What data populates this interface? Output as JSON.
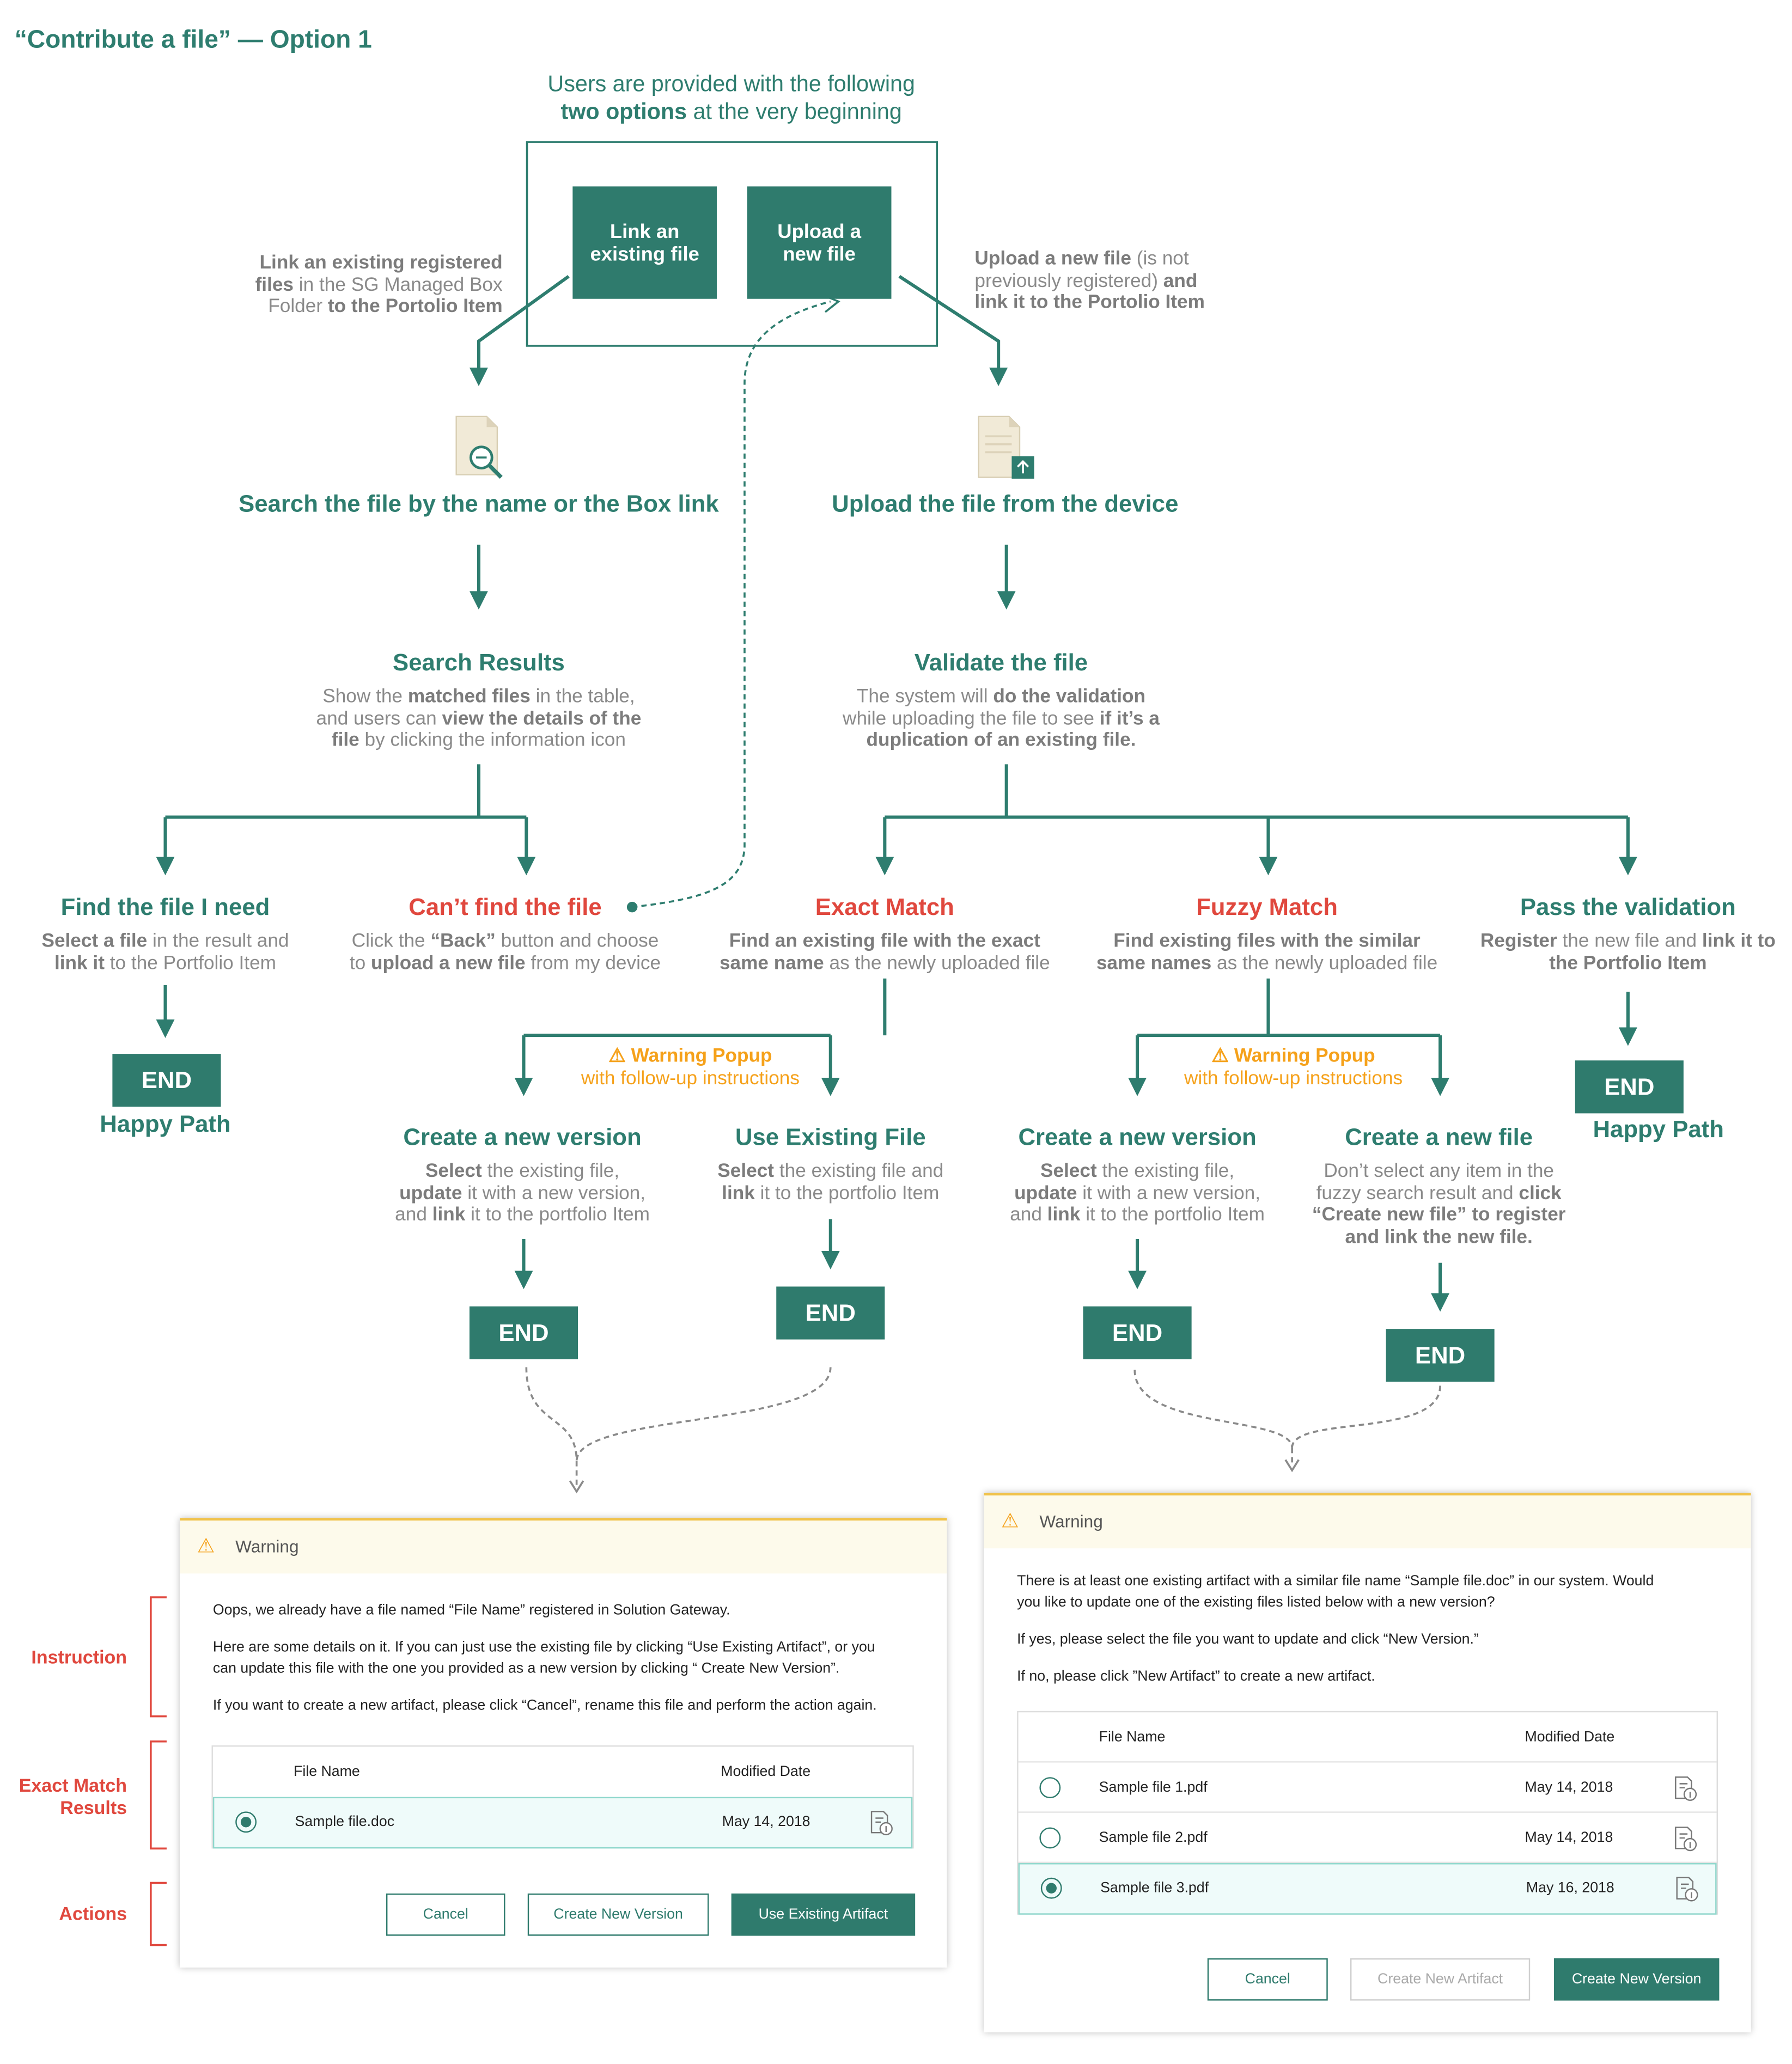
{
  "page_title": "“Contribute a file” — Option 1",
  "intro": {
    "line1": "Users are provided with the following",
    "bold": "two options",
    "rest": " at the very beginning"
  },
  "buttons": {
    "link": [
      "Link an",
      "existing file"
    ],
    "upload": [
      "Upload a",
      "new file"
    ]
  },
  "left_note": {
    "l1b": "Link an existing registered",
    "l2b": "files",
    "l2": " in the SG Managed Box",
    "l3": "Folder ",
    "l3b": "to the Portolio Item"
  },
  "right_note": {
    "l1b": "Upload a new file",
    "l1": " (is not",
    "l2": "previously registered) ",
    "l2b": "and",
    "l3b": "link it to the Portolio Item"
  },
  "search": {
    "title": "Search the file by the name or the Box link"
  },
  "upload_device": {
    "title": "Upload the file from the device"
  },
  "search_results": {
    "title": "Search Results",
    "l1a": "Show the ",
    "l1b": "matched files",
    "l1c": " in the table,",
    "l2a": "and users can ",
    "l2b": "view the details of the",
    "l3b": "file",
    "l3c": " by clicking the information icon"
  },
  "validate": {
    "title": "Validate the file",
    "l1a": "The system will ",
    "l1b": "do the validation",
    "l2a": "while uploading the file to see ",
    "l2b": "if it’s a",
    "l3b": "duplication of an existing file."
  },
  "find": {
    "title": "Find the file I need",
    "l1b": "Select a file",
    "l1": " in the result and",
    "l2b": "link it",
    "l2": " to the Portfolio Item"
  },
  "cant": {
    "title": "Can’t find the file",
    "l1": "Click the ",
    "l1b": "“Back”",
    "l1c": " button and choose",
    "l2": "to ",
    "l2b": "upload a new file",
    "l2c": " from my device"
  },
  "exact": {
    "title": "Exact Match",
    "l1b": "Find an existing file with the exact",
    "l2b": "same name",
    "l2": " as the newly uploaded file"
  },
  "fuzzy": {
    "title": "Fuzzy Match",
    "l1b": "Find existing files with the similar",
    "l2b": "same names",
    "l2": " as the newly uploaded file"
  },
  "pass": {
    "title": "Pass the validation",
    "l1b": "Register",
    "l1": " the new file and ",
    "l1c": "link it to",
    "l2b": "the Portfolio Item"
  },
  "end": "END",
  "happy": "Happy Path",
  "warning_popup": {
    "title": "Warning Popup",
    "sub": "with follow-up instructions"
  },
  "create_version": {
    "title": "Create a new version",
    "l1b": "Select",
    "l1": " the existing file,",
    "l2b": "update",
    "l2": " it with a new version,",
    "l3": "and ",
    "l3b": "link",
    "l3c": " it to the portfolio Item"
  },
  "use_existing": {
    "title": "Use Existing File",
    "l1b": "Select",
    "l1": " the existing file and",
    "l2b": "link",
    "l2": " it to the portfolio Item"
  },
  "create_new_file": {
    "title": "Create a new file",
    "l1": "Don’t select any item in the",
    "l2": "fuzzy search result and ",
    "l2b": "click",
    "l3b": "“Create new file” to register",
    "l4b": "and link the new file."
  },
  "annotations": {
    "instruction": "Instruction",
    "exact1": "Exact Match",
    "exact2": "Results",
    "actions": "Actions"
  },
  "dialog1": {
    "title": "Warning",
    "p1": "Oops, we already have a file named “File Name” registered in Solution Gateway.",
    "p2a": "Here are some details on it. If you can just use the existing file by clicking “Use Existing Artifact”, or you",
    "p2b": "can update this file with the one you provided as a new version by clicking “ Create New Version”.",
    "p3": "If you want to create a new artifact, please click “Cancel”, rename this file and perform the action again.",
    "col_name": "File Name",
    "col_date": "Modified Date",
    "rows": [
      {
        "name": "Sample file.doc",
        "date": "May 14, 2018"
      }
    ],
    "cancel": "Cancel",
    "create": "Create New Version",
    "use": "Use Existing Artifact"
  },
  "dialog2": {
    "title": "Warning",
    "p1a": "There is at least one existing artifact with a similar file name “Sample file.doc” in our system. Would",
    "p1b": "you like to update one of the existing files listed below with a new version?",
    "p2": "If yes, please select the file you want to update and click “New Version.”",
    "p3": "If no, please click ”New Artifact” to create a new artifact.",
    "col_name": "File Name",
    "col_date": "Modified Date",
    "rows": [
      {
        "name": "Sample file 1.pdf",
        "date": "May 14, 2018"
      },
      {
        "name": "Sample file 2.pdf",
        "date": "May 14, 2018"
      },
      {
        "name": "Sample file 3.pdf",
        "date": "May 16, 2018"
      }
    ],
    "cancel": "Cancel",
    "new_artifact": "Create New Artifact",
    "new_version": "Create New Version"
  },
  "colors": {
    "teal": "#2e7d6f",
    "red": "#e0483e",
    "orange": "#f5a11a"
  }
}
